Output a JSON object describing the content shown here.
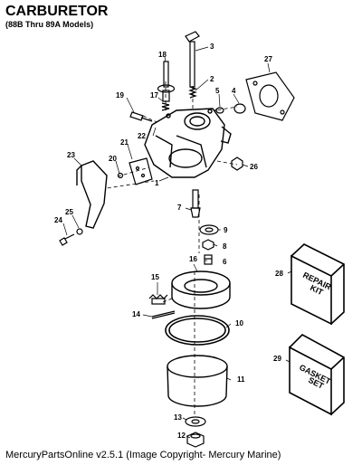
{
  "header": {
    "title": "CARBURETOR",
    "subtitle": "(88B Thru 89A Models)"
  },
  "diagram": {
    "callouts": [
      "1",
      "2",
      "3",
      "4",
      "5",
      "6",
      "7",
      "8",
      "9",
      "10",
      "11",
      "12",
      "13",
      "14",
      "15",
      "16",
      "17",
      "18",
      "19",
      "20",
      "21",
      "22",
      "23",
      "24",
      "25",
      "26",
      "27",
      "28",
      "29"
    ],
    "repair_kit_lines": [
      "REPAIR",
      "KIT"
    ],
    "gasket_set_lines": [
      "GASKET",
      "SET"
    ]
  },
  "footer": {
    "text": "MercuryPartsOnline v2.5.1 (Image Copyright- Mercury Marine)"
  }
}
